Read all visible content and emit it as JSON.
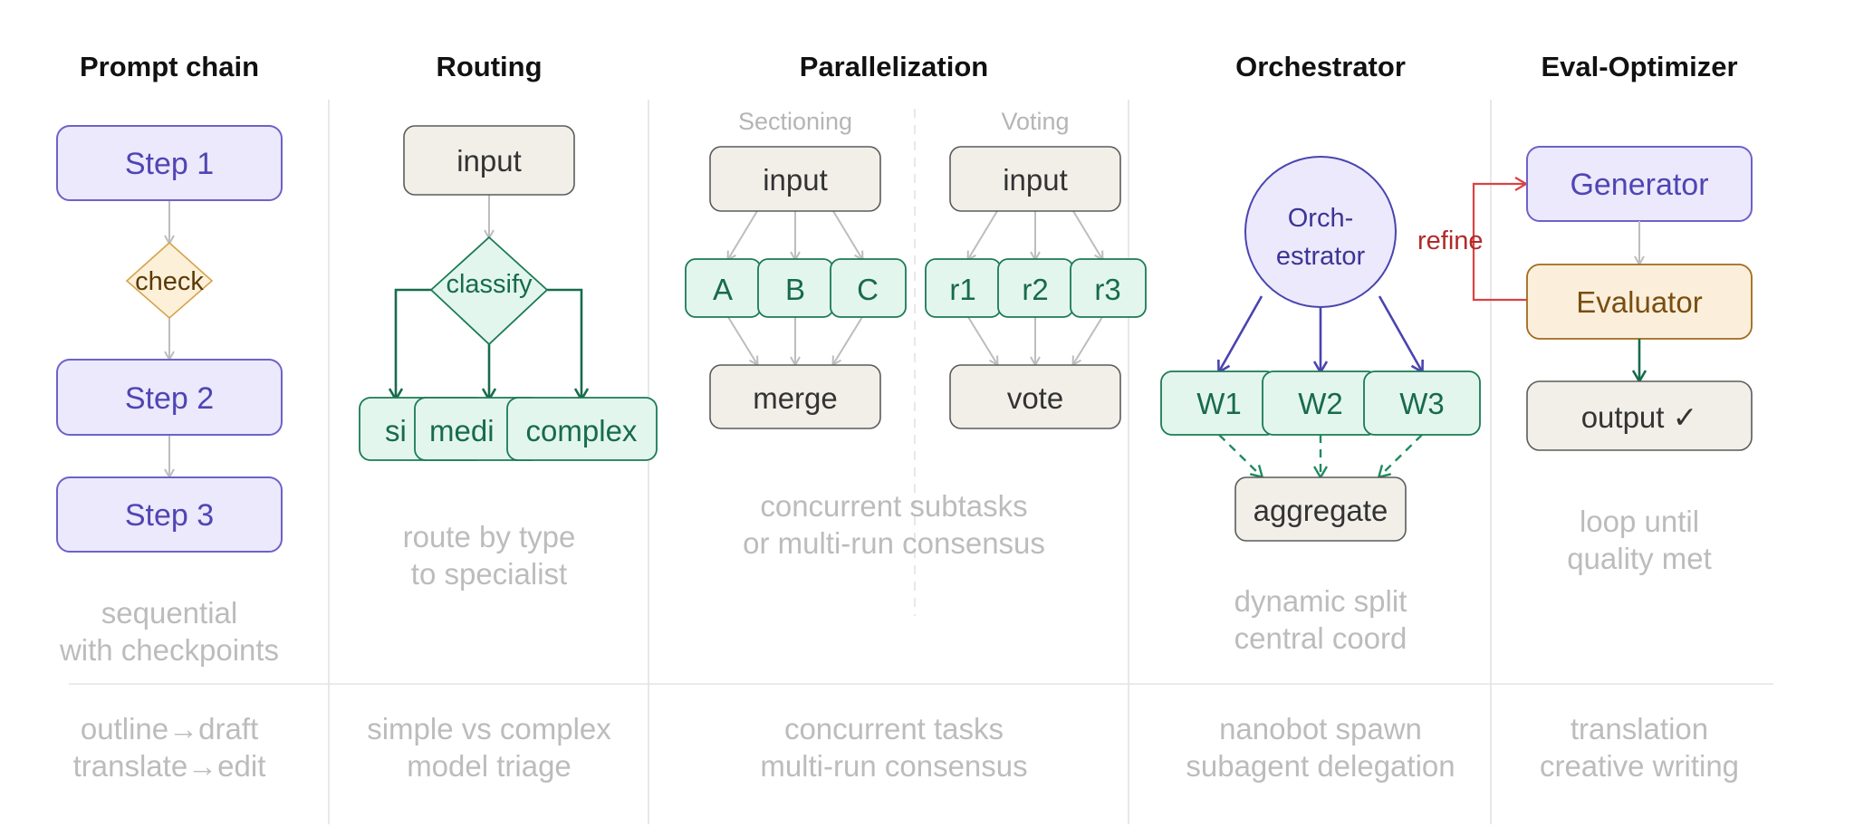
{
  "headers": {
    "prompt_chain": "Prompt chain",
    "routing": "Routing",
    "parallelization": "Parallelization",
    "orchestrator": "Orchestrator",
    "eval_optimizer": "Eval-Optimizer"
  },
  "prompt_chain": {
    "step1": "Step 1",
    "check": "check",
    "step2": "Step 2",
    "step3": "Step 3",
    "caption_line1": "sequential",
    "caption_line2": "with checkpoints",
    "example_line1": "outline→draft",
    "example_line2": "translate→edit"
  },
  "routing": {
    "input": "input",
    "classify": "classify",
    "simple_label": "si",
    "medium_label": "medi",
    "complex_label": "complex",
    "caption_line1": "route by type",
    "caption_line2": "to specialist",
    "example_line1": "simple vs complex",
    "example_line2": "model triage"
  },
  "parallelization": {
    "sectioning_label": "Sectioning",
    "voting_label": "Voting",
    "input_left": "input",
    "input_right": "input",
    "a": "A",
    "b": "B",
    "c": "C",
    "r1": "r1",
    "r2": "r2",
    "r3": "r3",
    "merge": "merge",
    "vote": "vote",
    "caption_line1": "concurrent subtasks",
    "caption_line2": "or multi-run consensus",
    "example_line1": "concurrent tasks",
    "example_line2": "multi-run consensus"
  },
  "orchestrator": {
    "node_line1": "Orch-",
    "node_line2": "estrator",
    "w1": "W1",
    "w2": "W2",
    "w3": "W3",
    "aggregate": "aggregate",
    "caption_line1": "dynamic split",
    "caption_line2": "central coord",
    "example_line1": "nanobot spawn",
    "example_line2": "subagent delegation"
  },
  "eval_optimizer": {
    "generator": "Generator",
    "evaluator": "Evaluator",
    "refine": "refine",
    "output": "output ✓",
    "caption_line1": "loop until",
    "caption_line2": "quality met",
    "example_line1": "translation",
    "example_line2": "creative writing"
  },
  "colors": {
    "purple": "#6d62c9",
    "green": "#176b4b",
    "orange": "#a06a1c",
    "red": "#d94343",
    "gray_text": "#bcbcbc"
  }
}
